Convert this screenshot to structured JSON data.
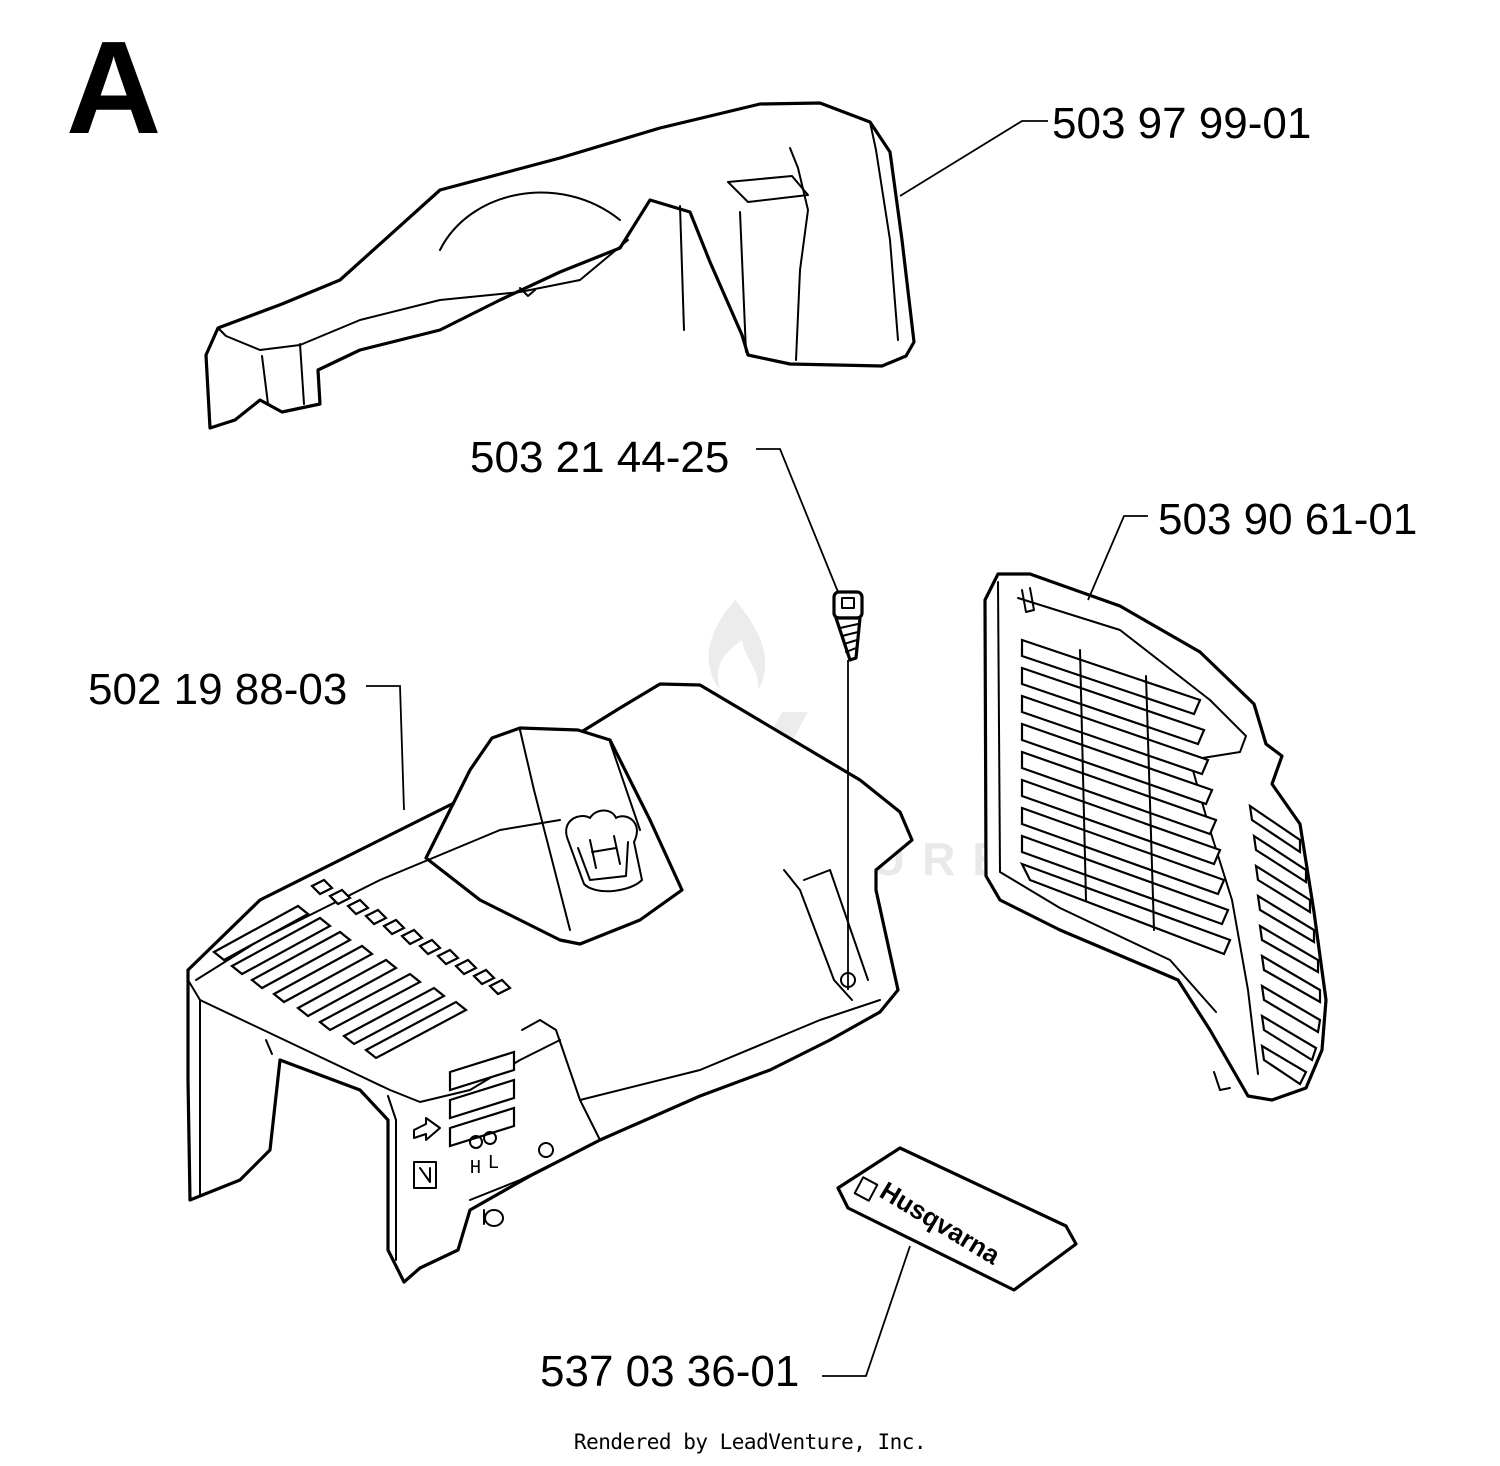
{
  "section_letter": "A",
  "parts": [
    {
      "id": "cover-top",
      "number": "503 97 99-01"
    },
    {
      "id": "screw",
      "number": "503 21 44-25"
    },
    {
      "id": "air-intake-grille",
      "number": "503 90 61-01"
    },
    {
      "id": "cylinder-cover",
      "number": "502 19 88-03"
    },
    {
      "id": "decal",
      "number": "537 03 36-01"
    }
  ],
  "decal_text": "Husqvarna",
  "carb_adjust_labels": {
    "h": "H",
    "l": "L"
  },
  "watermark_text": "LEADVENTURE",
  "footer": "Rendered by LeadVenture, Inc.",
  "colors": {
    "line": "#000000",
    "background": "#ffffff",
    "watermark": "#e9e9e9"
  }
}
